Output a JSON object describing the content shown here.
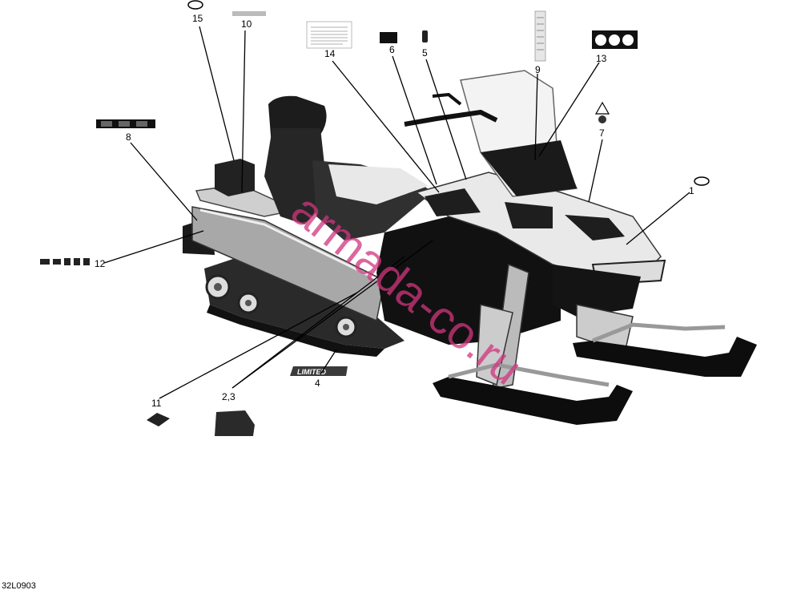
{
  "diagram": {
    "code": "32L0903",
    "watermark": "armada-co.ru",
    "colors": {
      "watermark": "#d0357e",
      "line": "#000000"
    },
    "callouts": [
      {
        "id": "c1",
        "label": "1"
      },
      {
        "id": "c23",
        "label": "2,3"
      },
      {
        "id": "c4",
        "label": "4"
      },
      {
        "id": "c5",
        "label": "5"
      },
      {
        "id": "c6",
        "label": "6"
      },
      {
        "id": "c7",
        "label": "7"
      },
      {
        "id": "c8",
        "label": "8"
      },
      {
        "id": "c9",
        "label": "9"
      },
      {
        "id": "c10",
        "label": "10"
      },
      {
        "id": "c11",
        "label": "11"
      },
      {
        "id": "c12",
        "label": "12"
      },
      {
        "id": "c13",
        "label": "13"
      },
      {
        "id": "c14",
        "label": "14"
      },
      {
        "id": "c15",
        "label": "15"
      }
    ],
    "decals": {
      "limited": "LIMITED"
    }
  }
}
